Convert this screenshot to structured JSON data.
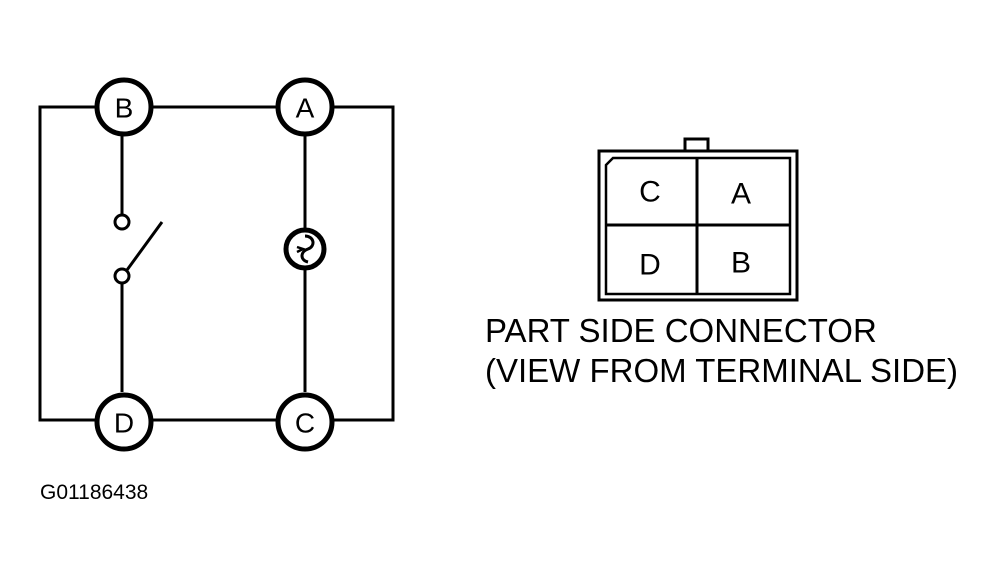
{
  "schematic": {
    "terminals": {
      "B": "B",
      "A": "A",
      "D": "D",
      "C": "C"
    }
  },
  "connector": {
    "cells": {
      "top_left": "C",
      "top_right": "A",
      "bottom_left": "D",
      "bottom_right": "B"
    },
    "caption_line1": "PART SIDE CONNECTOR",
    "caption_line2": "(VIEW FROM TERMINAL SIDE)"
  },
  "figure_id": "G01186438"
}
